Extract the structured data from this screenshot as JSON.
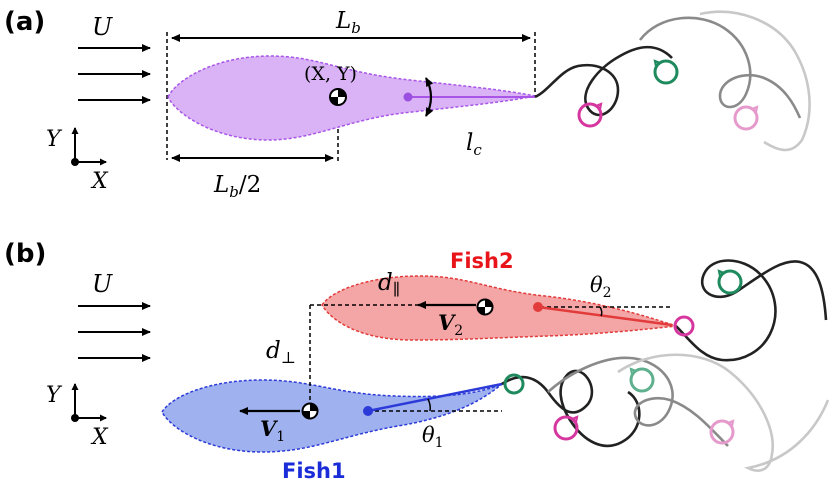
{
  "panel_a": {
    "label": "(a)",
    "flow_label": "U",
    "axis_y": "Y",
    "axis_x": "X",
    "length_label_main": "L",
    "length_label_sub": "b",
    "half_length_main": "L",
    "half_length_sub": "b",
    "half_length_suffix": "/2",
    "com_label": "(X, Y)",
    "tail_label_main": "l",
    "tail_label_sub": "c"
  },
  "panel_b": {
    "label": "(b)",
    "flow_label": "U",
    "axis_y": "Y",
    "axis_x": "X",
    "fish1_name": "Fish1",
    "fish2_name": "Fish2",
    "d_parallel_main": "d",
    "d_parallel_sub": "∥",
    "d_perp_main": "d",
    "d_perp_sub": "⊥",
    "v1_main": "V",
    "v1_sub": "1",
    "v2_main": "V",
    "v2_sub": "2",
    "theta1_main": "θ",
    "theta1_sub": "1",
    "theta2_main": "θ",
    "theta2_sub": "2"
  },
  "colors": {
    "fish_purple_fill": "#d9b3f5",
    "fish_purple_stroke": "#a855e8",
    "fish_purple_dot": "#9b4fe0",
    "fish1_fill": "#9fb2ef",
    "fish1_stroke": "#2c3ad8",
    "fish1_text": "#1a2cd8",
    "fish2_fill": "#f4a5a5",
    "fish2_stroke": "#e23b3b",
    "fish2_text": "#e8141a",
    "vortex_pink": "#d6379f",
    "vortex_pink_light": "#e59acb",
    "vortex_green": "#1e8a5e",
    "vortex_green_light": "#5fb08f",
    "wake_dark": "#222222",
    "wake_grey": "#8a8a8a",
    "wake_light": "#c8c8c8"
  }
}
